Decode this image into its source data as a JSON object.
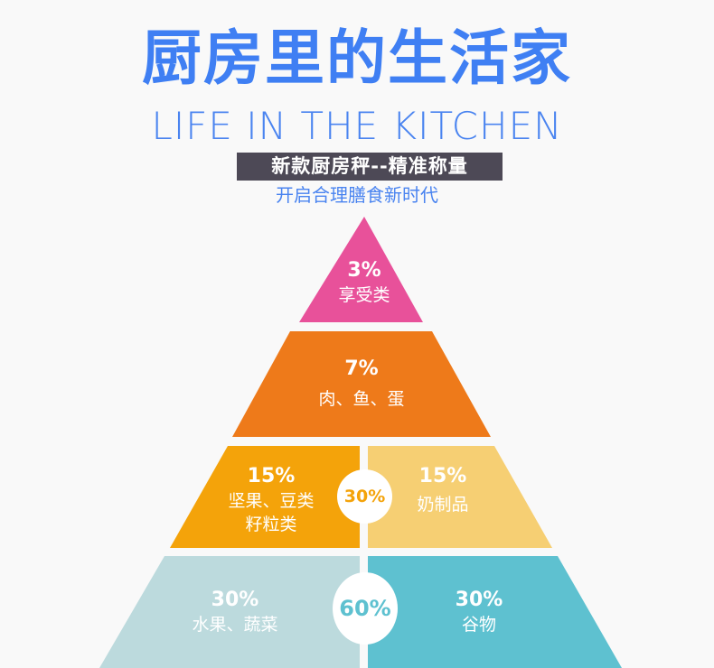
{
  "header": {
    "title": "厨房里的生活家",
    "subtitle_en": "LIFE IN THE KITCHEN",
    "banner": "新款厨房秤--精准称量",
    "tagline": "开启合理膳食新时代"
  },
  "colors": {
    "title_blue": "#3f7ff3",
    "banner_bg": "#4d4956",
    "tier1": "#e8519a",
    "tier2": "#ee7a1a",
    "tier3_left": "#f4a30a",
    "tier3_right": "#f6cf73",
    "tier4_left": "#bcdadd",
    "tier4_right": "#5ec1d0",
    "background": "#f9f9f9"
  },
  "pyramid": {
    "tier1": {
      "percent": "3%",
      "label": "享受类"
    },
    "tier2": {
      "percent": "7%",
      "label": "肉、鱼、蛋"
    },
    "tier3": {
      "combined": "30%",
      "left": {
        "percent": "15%",
        "label_line1": "坚果、豆类",
        "label_line2": "籽粒类"
      },
      "right": {
        "percent": "15%",
        "label": "奶制品"
      }
    },
    "tier4": {
      "combined": "60%",
      "left": {
        "percent": "30%",
        "label": "水果、蔬菜"
      },
      "right": {
        "percent": "30%",
        "label": "谷物"
      }
    }
  },
  "chart_data": {
    "type": "pyramid",
    "title": "厨房里的生活家",
    "categories": [
      "享受类",
      "肉、鱼、蛋",
      "坚果、豆类 籽粒类",
      "奶制品",
      "水果、蔬菜",
      "谷物"
    ],
    "values": [
      3,
      7,
      15,
      15,
      30,
      30
    ],
    "groups": [
      {
        "name": "tier3",
        "members": [
          "坚果、豆类 籽粒类",
          "奶制品"
        ],
        "total": 30
      },
      {
        "name": "tier4",
        "members": [
          "水果、蔬菜",
          "谷物"
        ],
        "total": 60
      }
    ],
    "unit": "%"
  }
}
